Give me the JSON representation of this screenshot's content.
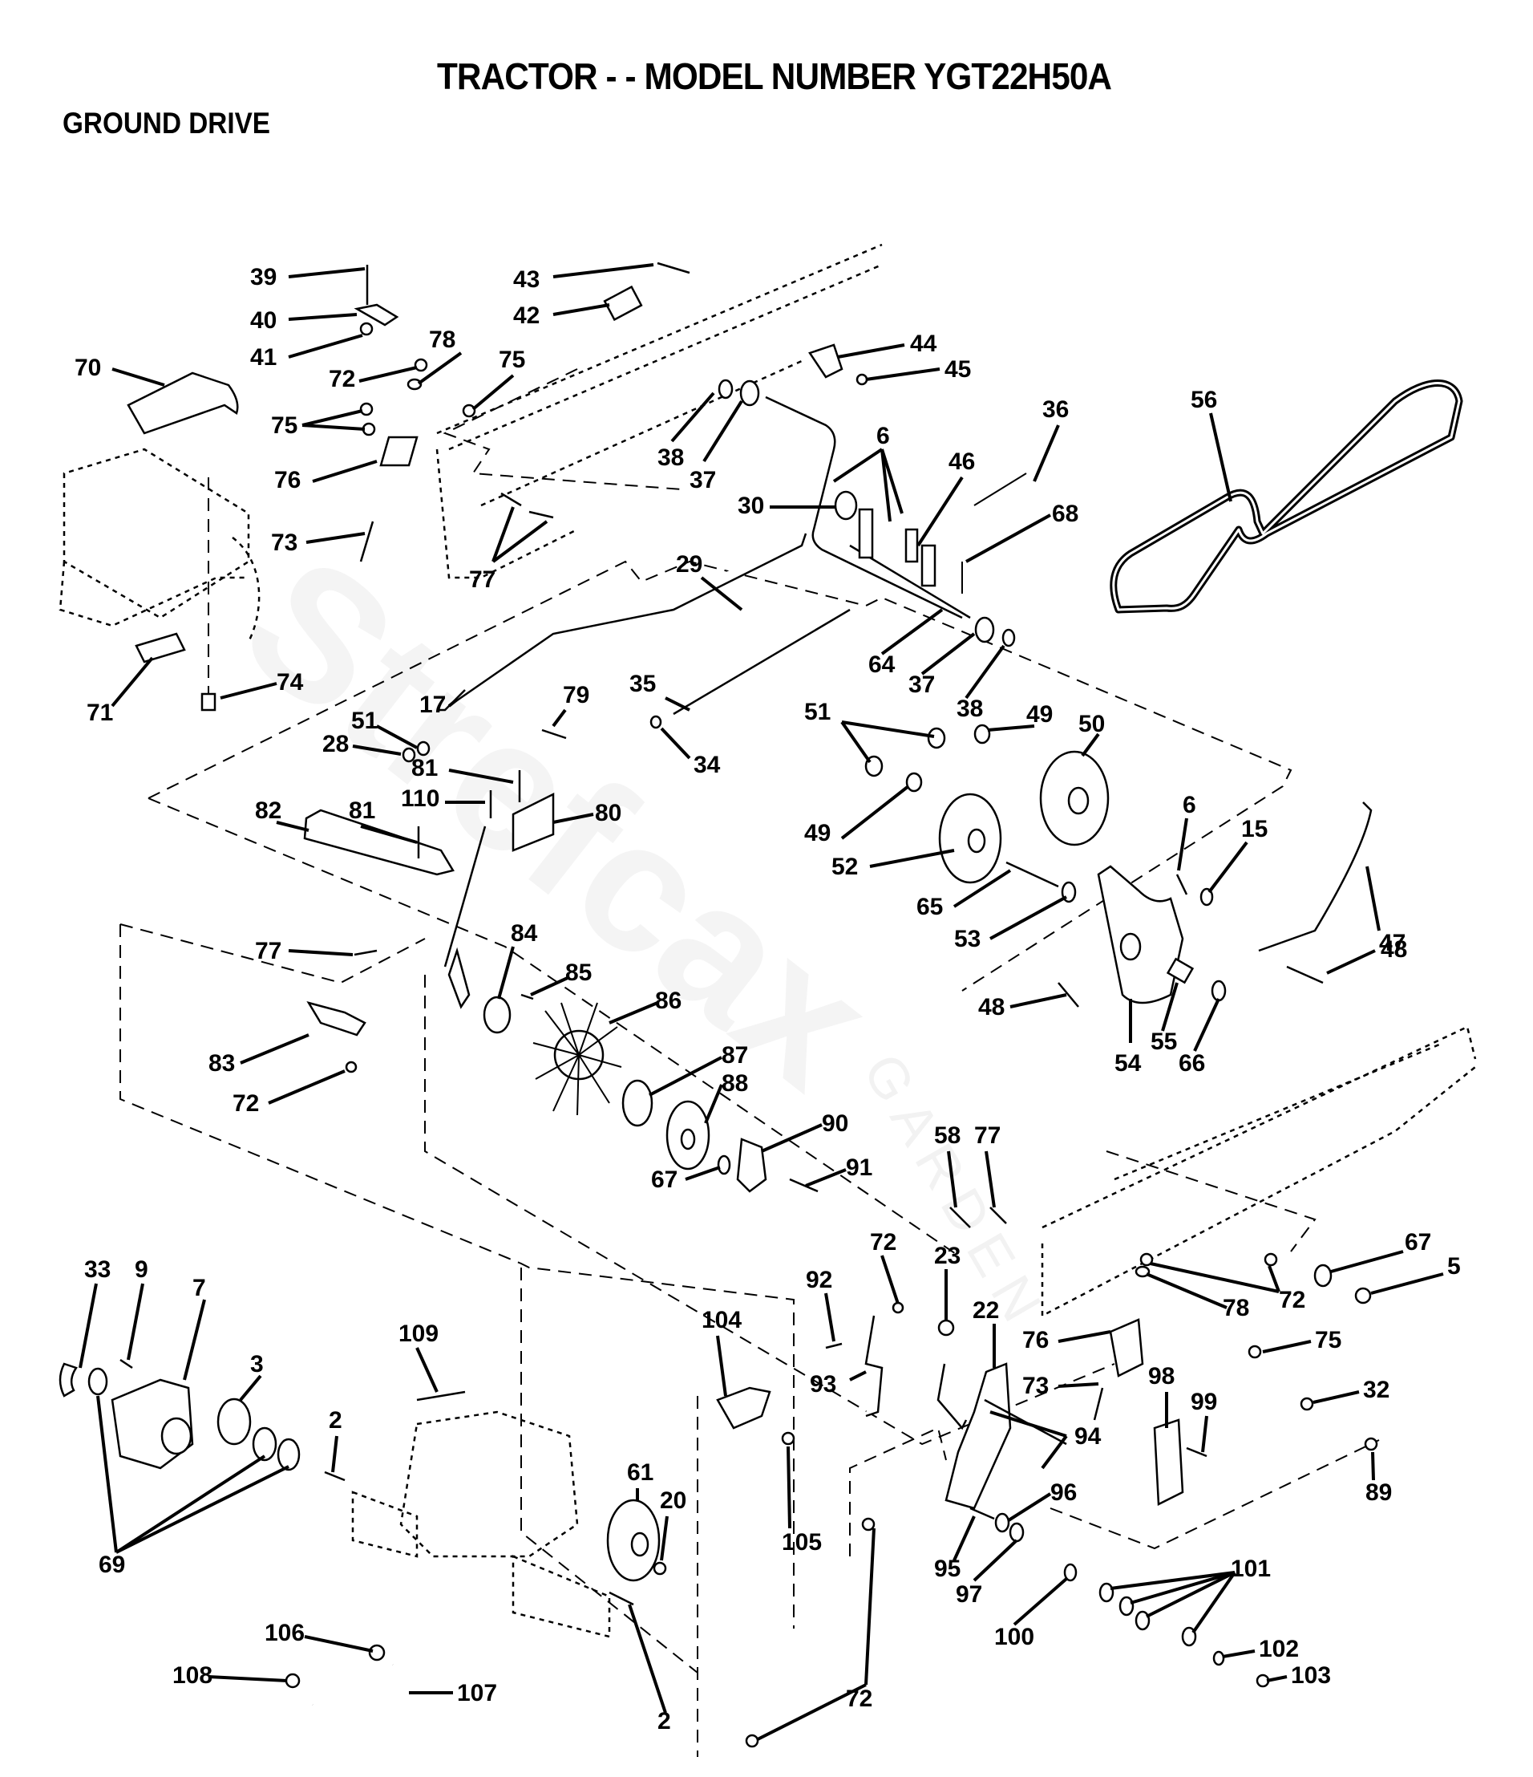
{
  "header": {
    "title": "TRACTOR - - MODEL NUMBER YGT22H50A",
    "section": "GROUND DRIVE"
  },
  "watermark": {
    "brand": "Strefcax",
    "sub": "GARDEN"
  },
  "callouts": [
    {
      "id": "c39",
      "part": "39"
    },
    {
      "id": "c40",
      "part": "40"
    },
    {
      "id": "c41",
      "part": "41"
    },
    {
      "id": "c43",
      "part": "43"
    },
    {
      "id": "c42",
      "part": "42"
    },
    {
      "id": "c44",
      "part": "44"
    },
    {
      "id": "c45",
      "part": "45"
    },
    {
      "id": "c70",
      "part": "70"
    },
    {
      "id": "c72a",
      "part": "72"
    },
    {
      "id": "c78a",
      "part": "78"
    },
    {
      "id": "c75a",
      "part": "75"
    },
    {
      "id": "c75b",
      "part": "75"
    },
    {
      "id": "c76a",
      "part": "76"
    },
    {
      "id": "c73a",
      "part": "73"
    },
    {
      "id": "c77a",
      "part": "77"
    },
    {
      "id": "c38a",
      "part": "38"
    },
    {
      "id": "c37a",
      "part": "37"
    },
    {
      "id": "c56",
      "part": "56"
    },
    {
      "id": "c36",
      "part": "36"
    },
    {
      "id": "c6a",
      "part": "6"
    },
    {
      "id": "c46",
      "part": "46"
    },
    {
      "id": "c30",
      "part": "30"
    },
    {
      "id": "c68",
      "part": "68"
    },
    {
      "id": "c29",
      "part": "29"
    },
    {
      "id": "c64",
      "part": "64"
    },
    {
      "id": "c37b",
      "part": "37"
    },
    {
      "id": "c38b",
      "part": "38"
    },
    {
      "id": "c71",
      "part": "71"
    },
    {
      "id": "c74",
      "part": "74"
    },
    {
      "id": "c17",
      "part": "17"
    },
    {
      "id": "c79",
      "part": "79"
    },
    {
      "id": "c35",
      "part": "35"
    },
    {
      "id": "c51a",
      "part": "51"
    },
    {
      "id": "c28",
      "part": "28"
    },
    {
      "id": "c34",
      "part": "34"
    },
    {
      "id": "c51b",
      "part": "51"
    },
    {
      "id": "c49a",
      "part": "49"
    },
    {
      "id": "c50",
      "part": "50"
    },
    {
      "id": "c81a",
      "part": "81"
    },
    {
      "id": "c110",
      "part": "110"
    },
    {
      "id": "c82",
      "part": "82"
    },
    {
      "id": "c81b",
      "part": "81"
    },
    {
      "id": "c80",
      "part": "80"
    },
    {
      "id": "c49b",
      "part": "49"
    },
    {
      "id": "c6b",
      "part": "6"
    },
    {
      "id": "c15",
      "part": "15"
    },
    {
      "id": "c52",
      "part": "52"
    },
    {
      "id": "c47",
      "part": "47"
    },
    {
      "id": "c65",
      "part": "65"
    },
    {
      "id": "c53",
      "part": "53"
    },
    {
      "id": "c48a",
      "part": "48"
    },
    {
      "id": "c77b",
      "part": "77"
    },
    {
      "id": "c84",
      "part": "84"
    },
    {
      "id": "c85",
      "part": "85"
    },
    {
      "id": "c86",
      "part": "86"
    },
    {
      "id": "c48b",
      "part": "48"
    },
    {
      "id": "c54",
      "part": "54"
    },
    {
      "id": "c55",
      "part": "55"
    },
    {
      "id": "c66",
      "part": "66"
    },
    {
      "id": "c83",
      "part": "83"
    },
    {
      "id": "c87",
      "part": "87"
    },
    {
      "id": "c72b",
      "part": "72"
    },
    {
      "id": "c88",
      "part": "88"
    },
    {
      "id": "c90",
      "part": "90"
    },
    {
      "id": "c67a",
      "part": "67"
    },
    {
      "id": "c91",
      "part": "91"
    },
    {
      "id": "c58",
      "part": "58"
    },
    {
      "id": "c77c",
      "part": "77"
    },
    {
      "id": "c72c",
      "part": "72"
    },
    {
      "id": "c67b",
      "part": "67"
    },
    {
      "id": "c5",
      "part": "5"
    },
    {
      "id": "c33",
      "part": "33"
    },
    {
      "id": "c9",
      "part": "9"
    },
    {
      "id": "c7",
      "part": "7"
    },
    {
      "id": "c92",
      "part": "92"
    },
    {
      "id": "c23",
      "part": "23"
    },
    {
      "id": "c72d",
      "part": "72"
    },
    {
      "id": "c78b",
      "part": "78"
    },
    {
      "id": "c104",
      "part": "104"
    },
    {
      "id": "c22",
      "part": "22"
    },
    {
      "id": "c76b",
      "part": "76"
    },
    {
      "id": "c75c",
      "part": "75"
    },
    {
      "id": "c109",
      "part": "109"
    },
    {
      "id": "c3",
      "part": "3"
    },
    {
      "id": "c93",
      "part": "93"
    },
    {
      "id": "c73b",
      "part": "73"
    },
    {
      "id": "c32",
      "part": "32"
    },
    {
      "id": "c98",
      "part": "98"
    },
    {
      "id": "c99",
      "part": "99"
    },
    {
      "id": "c2a",
      "part": "2"
    },
    {
      "id": "c94",
      "part": "94"
    },
    {
      "id": "c61",
      "part": "61"
    },
    {
      "id": "c20",
      "part": "20"
    },
    {
      "id": "c96",
      "part": "96"
    },
    {
      "id": "c89",
      "part": "89"
    },
    {
      "id": "c69",
      "part": "69"
    },
    {
      "id": "c105",
      "part": "105"
    },
    {
      "id": "c95",
      "part": "95"
    },
    {
      "id": "c101",
      "part": "101"
    },
    {
      "id": "c97",
      "part": "97"
    },
    {
      "id": "c100",
      "part": "100"
    },
    {
      "id": "c106",
      "part": "106"
    },
    {
      "id": "c102",
      "part": "102"
    },
    {
      "id": "c108",
      "part": "108"
    },
    {
      "id": "c107",
      "part": "107"
    },
    {
      "id": "c72e",
      "part": "72"
    },
    {
      "id": "c103",
      "part": "103"
    },
    {
      "id": "c2b",
      "part": "2"
    }
  ]
}
